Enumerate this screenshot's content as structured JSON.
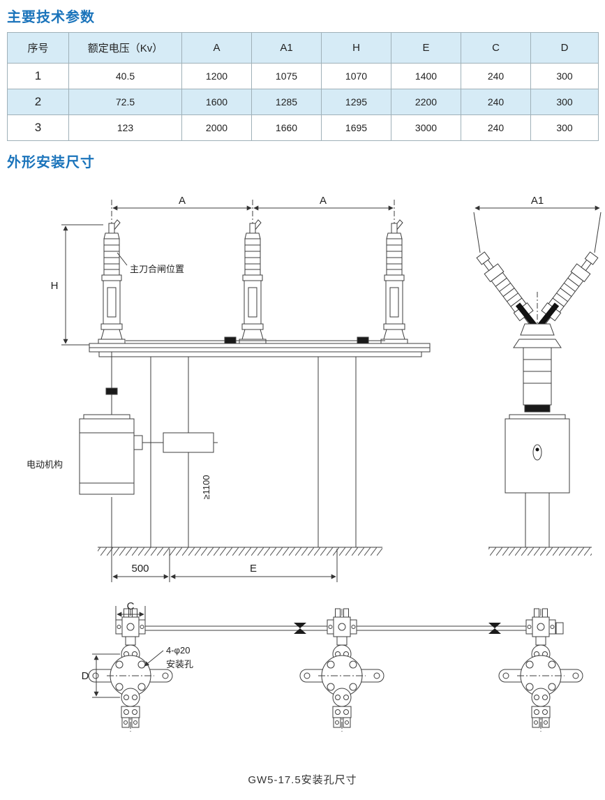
{
  "titles": {
    "section1": "主要技术参数",
    "section2": "外形安装尺寸"
  },
  "table": {
    "headers": [
      "序号",
      "额定电压（Kv）",
      "A",
      "A1",
      "H",
      "E",
      "C",
      "D"
    ],
    "rows": [
      [
        "1",
        "40.5",
        "1200",
        "1075",
        "1070",
        "1400",
        "240",
        "300"
      ],
      [
        "2",
        "72.5",
        "1600",
        "1285",
        "1295",
        "2200",
        "240",
        "300"
      ],
      [
        "3",
        "123",
        "2000",
        "1660",
        "1695",
        "3000",
        "240",
        "300"
      ]
    ]
  },
  "drawing": {
    "labels": {
      "dim_A_left": "A",
      "dim_A_right": "A",
      "dim_A1": "A1",
      "dim_H": "H",
      "blade_position": "主刀合闸位置",
      "motor": "电动机构",
      "min_height": "≥1100",
      "dim_500": "500",
      "dim_E": "E",
      "dim_C": "C",
      "dim_D": "D",
      "holes": "4-φ20",
      "holes2": "安装孔"
    },
    "caption": "GW5-17.5安装孔尺寸"
  },
  "colors": {
    "accent_blue": "#1b74bb",
    "table_band": "#d6ebf6",
    "line": "#3c3c3c"
  }
}
